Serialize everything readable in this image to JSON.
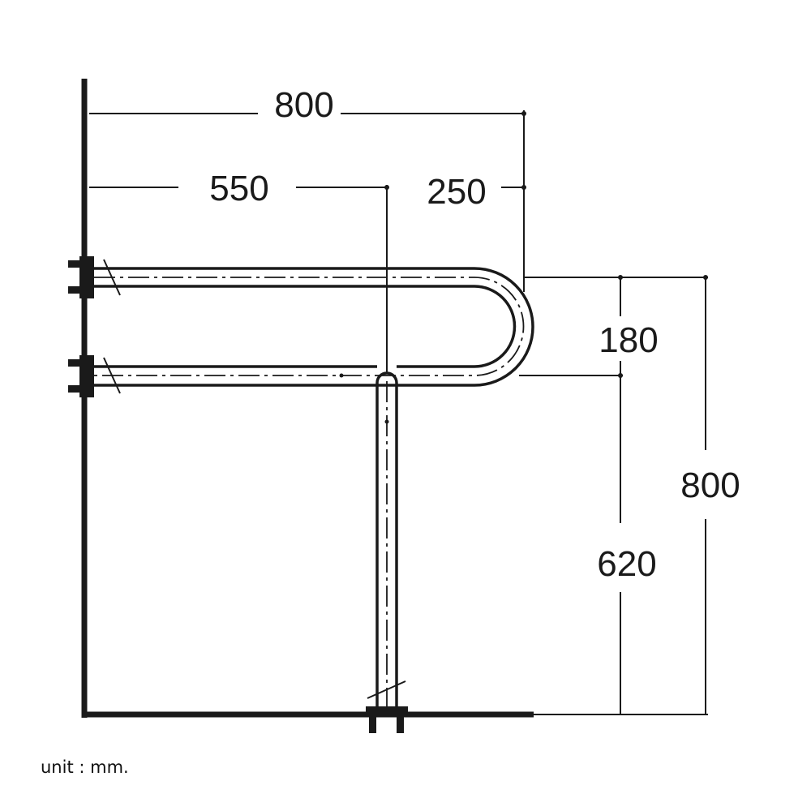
{
  "dimensions": {
    "overall_width": "800",
    "wall_to_post": "550",
    "post_to_end": "250",
    "rail_spacing": "180",
    "floor_to_lower_rail": "620",
    "overall_height": "800"
  },
  "unit_label": "unit : mm.",
  "colors": {
    "line": "#1a1a1a",
    "background": "#ffffff"
  }
}
